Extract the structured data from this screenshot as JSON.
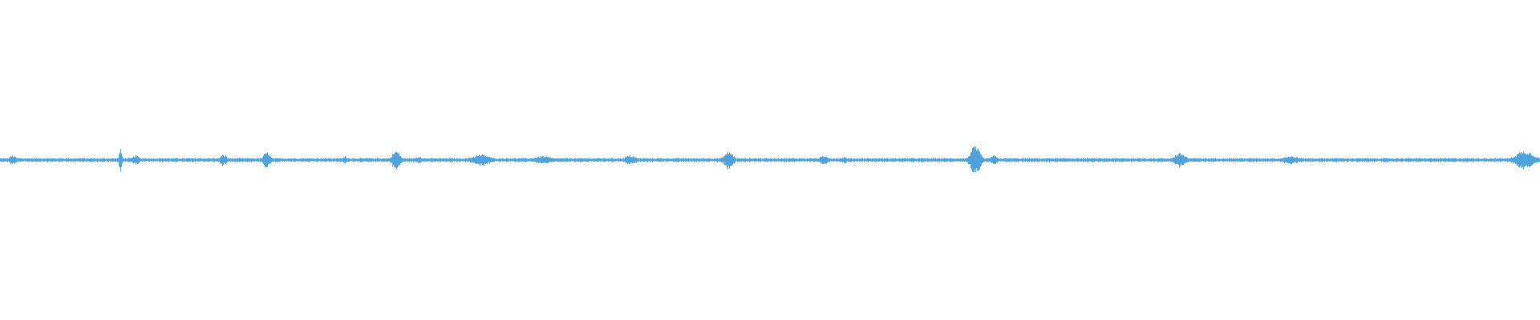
{
  "waveform": {
    "color": "#4fa3dd",
    "background": "#ffffff",
    "baseline_amplitude": 0.012,
    "bursts": [
      {
        "pos": 0.008,
        "amp": 0.03,
        "width": 0.003
      },
      {
        "pos": 0.078,
        "amp": 0.07,
        "width": 0.0012
      },
      {
        "pos": 0.088,
        "amp": 0.03,
        "width": 0.003
      },
      {
        "pos": 0.145,
        "amp": 0.035,
        "width": 0.003
      },
      {
        "pos": 0.173,
        "amp": 0.05,
        "width": 0.003
      },
      {
        "pos": 0.224,
        "amp": 0.025,
        "width": 0.002
      },
      {
        "pos": 0.257,
        "amp": 0.06,
        "width": 0.0035
      },
      {
        "pos": 0.272,
        "amp": 0.025,
        "width": 0.003
      },
      {
        "pos": 0.312,
        "amp": 0.035,
        "width": 0.008
      },
      {
        "pos": 0.352,
        "amp": 0.025,
        "width": 0.008
      },
      {
        "pos": 0.409,
        "amp": 0.03,
        "width": 0.005
      },
      {
        "pos": 0.473,
        "amp": 0.055,
        "width": 0.004
      },
      {
        "pos": 0.535,
        "amp": 0.025,
        "width": 0.005
      },
      {
        "pos": 0.548,
        "amp": 0.02,
        "width": 0.003
      },
      {
        "pos": 0.633,
        "amp": 0.09,
        "width": 0.004
      },
      {
        "pos": 0.645,
        "amp": 0.03,
        "width": 0.003
      },
      {
        "pos": 0.766,
        "amp": 0.045,
        "width": 0.005
      },
      {
        "pos": 0.838,
        "amp": 0.025,
        "width": 0.008
      },
      {
        "pos": 0.99,
        "amp": 0.06,
        "width": 0.008
      }
    ]
  }
}
